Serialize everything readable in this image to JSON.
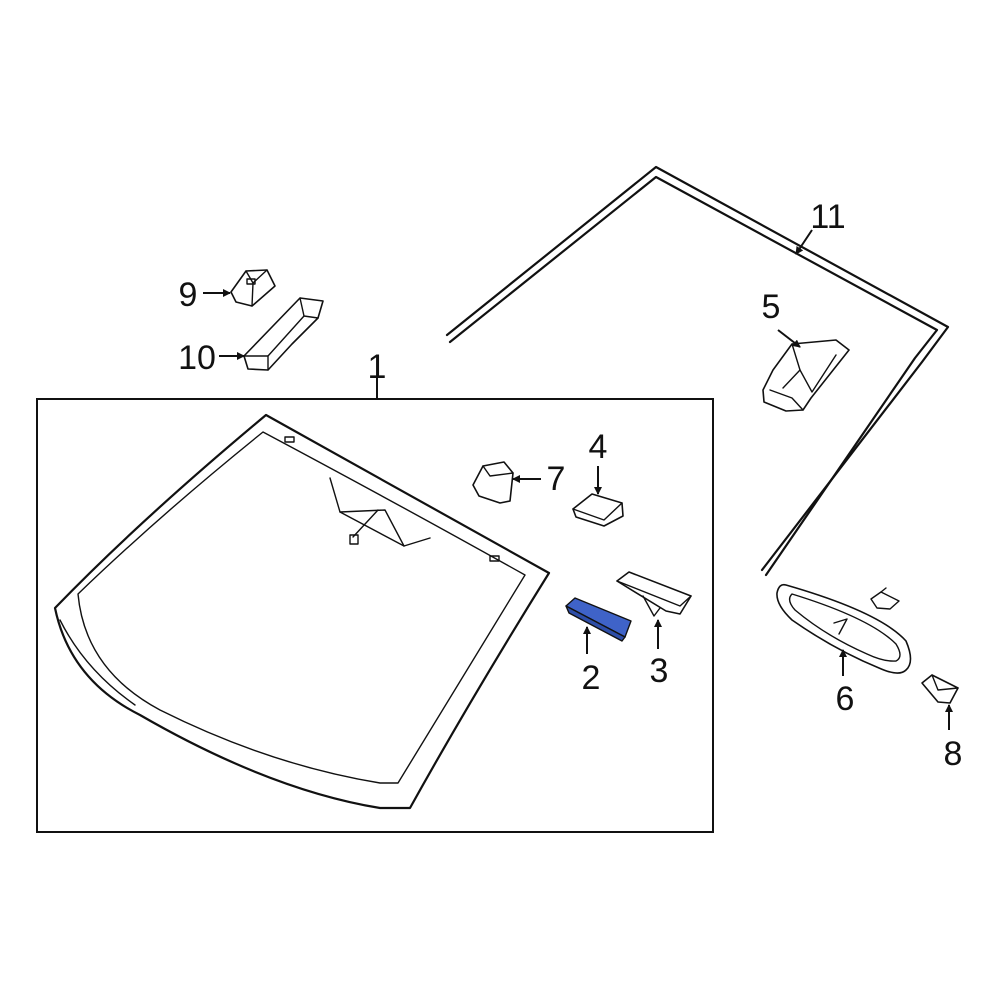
{
  "colors": {
    "line": "#111111",
    "background": "#ffffff",
    "highlight": "#3f63c8"
  },
  "callouts": {
    "c1": "1",
    "c2": "2",
    "c3": "3",
    "c4": "4",
    "c5": "5",
    "c6": "6",
    "c7": "7",
    "c8": "8",
    "c9": "9",
    "c10": "10",
    "c11": "11"
  },
  "highlighted_part": "2"
}
